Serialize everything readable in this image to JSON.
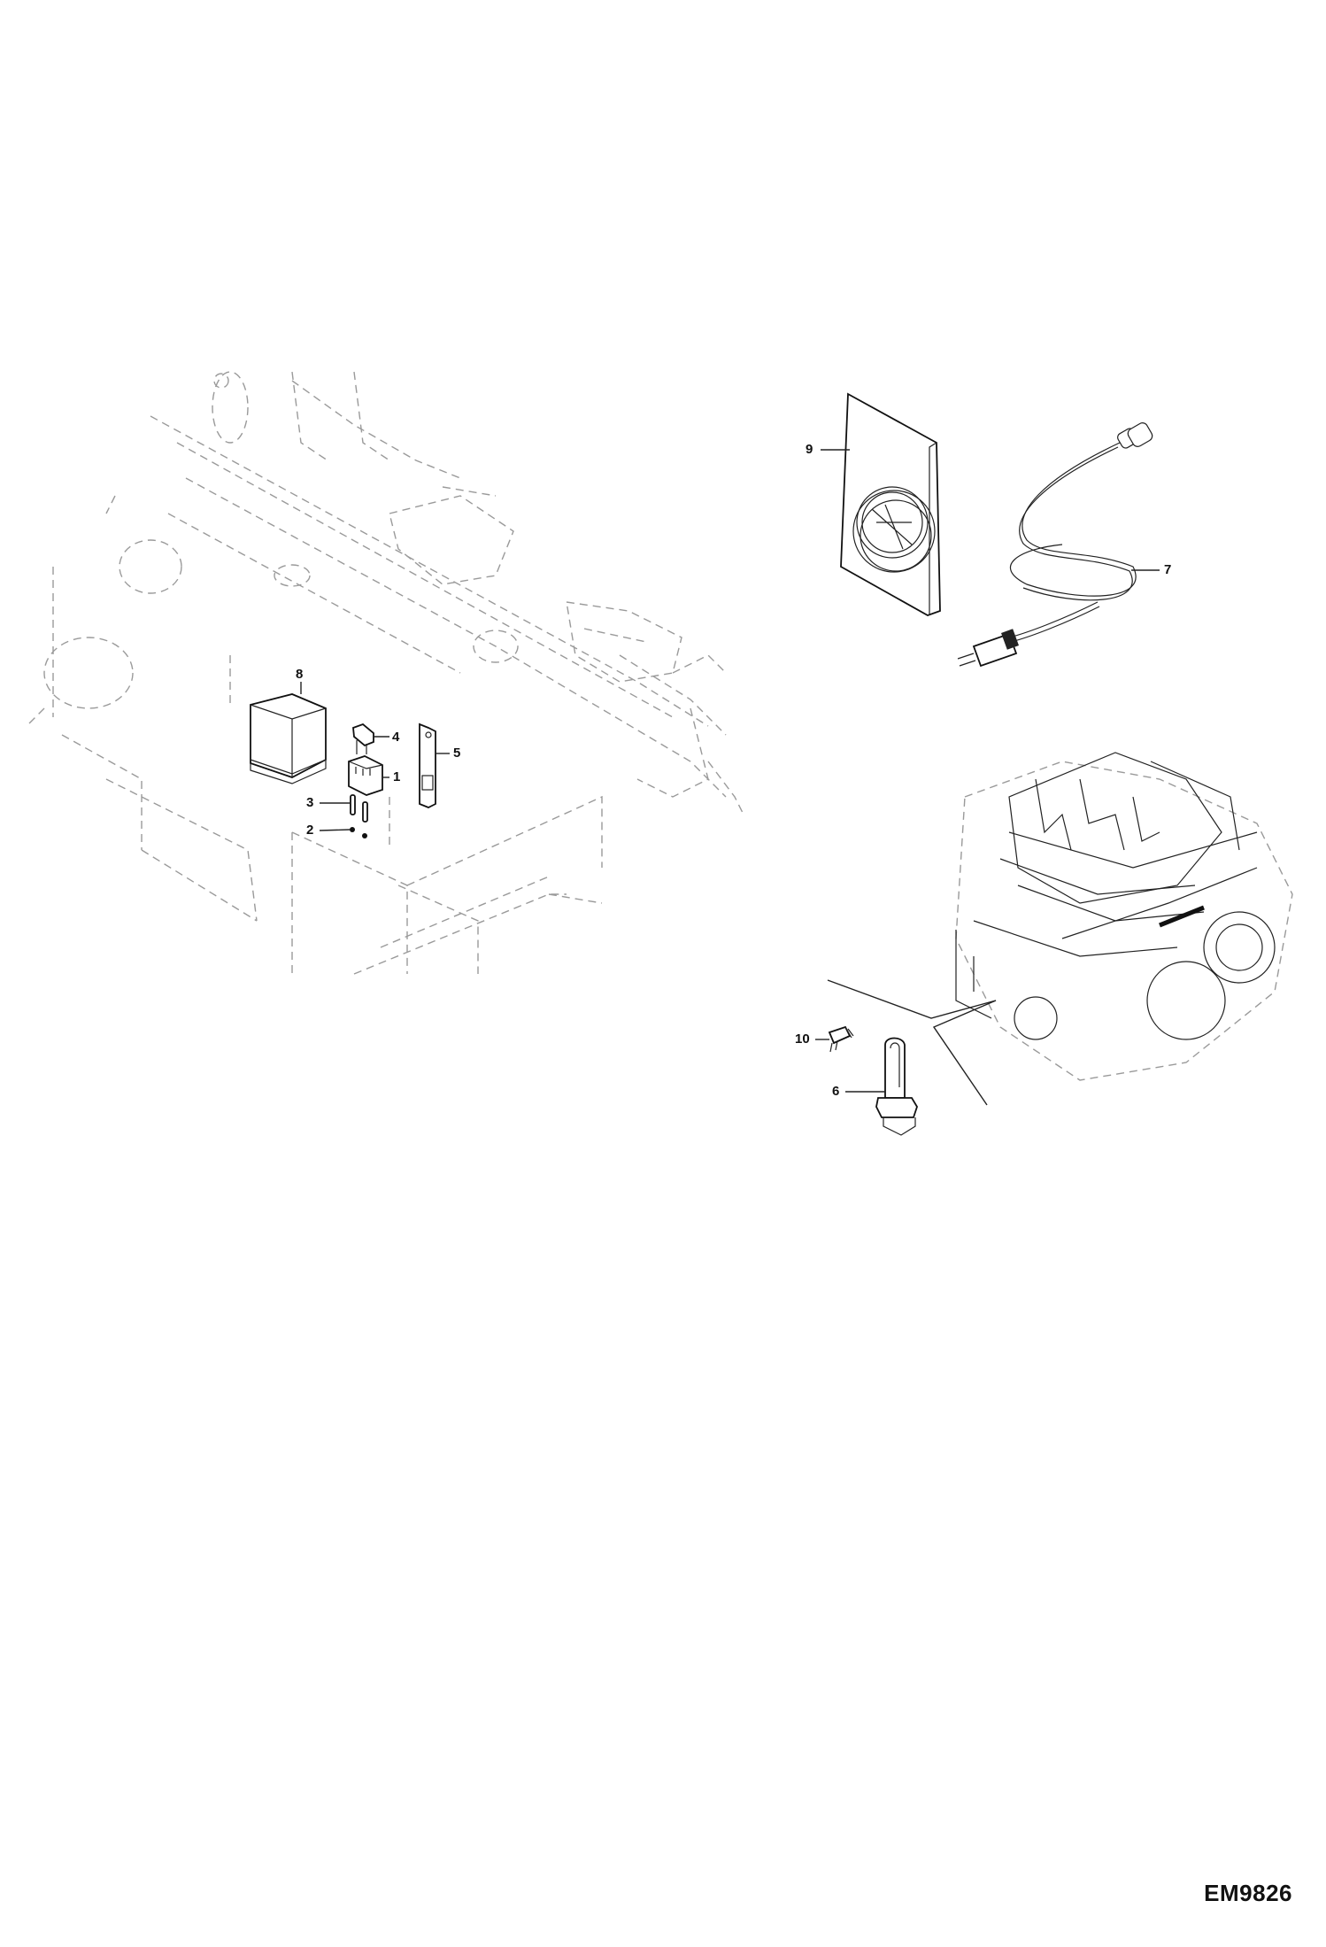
{
  "figure": {
    "code": "EM9826",
    "type": "exploded parts diagram"
  },
  "callouts": [
    {
      "id": "1",
      "label": "1",
      "part": "relay socket"
    },
    {
      "id": "2",
      "label": "2",
      "part": "nut"
    },
    {
      "id": "3",
      "label": "3",
      "part": "screw"
    },
    {
      "id": "4",
      "label": "4",
      "part": "fuse"
    },
    {
      "id": "5",
      "label": "5",
      "part": "mounting bracket"
    },
    {
      "id": "6",
      "label": "6",
      "part": "heating element"
    },
    {
      "id": "7",
      "label": "7",
      "part": "power cable with plug"
    },
    {
      "id": "8",
      "label": "8",
      "part": "control box"
    },
    {
      "id": "9",
      "label": "9",
      "part": "heater fan"
    },
    {
      "id": "10",
      "label": "10",
      "part": "plug fitting"
    }
  ]
}
